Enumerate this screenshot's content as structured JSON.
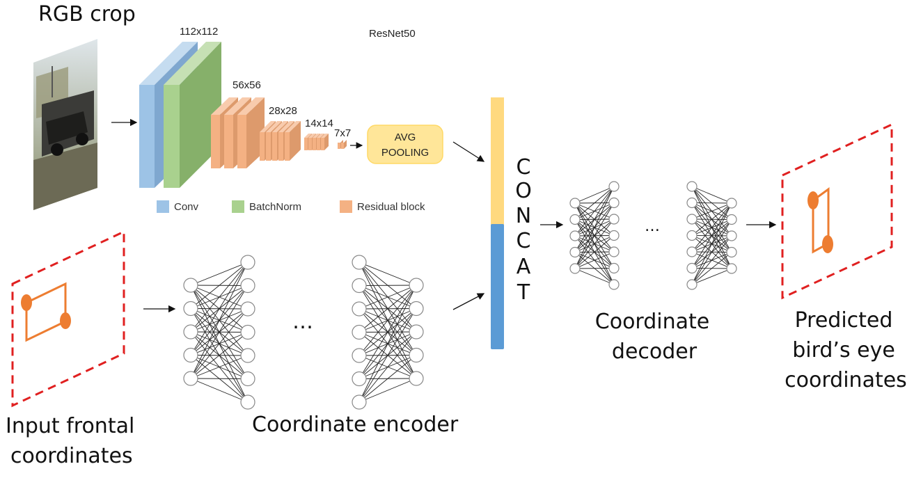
{
  "labels": {
    "rgb_crop": "RGB crop",
    "resnet": "ResNet50",
    "size_112": "112x112",
    "size_56": "56x56",
    "size_28": "28x28",
    "size_14": "14x14",
    "size_7": "7x7",
    "avg_pooling_line1": "AVG",
    "avg_pooling_line2": "POOLING",
    "concat_letters": [
      "C",
      "O",
      "N",
      "C",
      "A",
      "T"
    ],
    "input_line1": "Input frontal",
    "input_line2": "coordinates",
    "encoder": "Coordinate encoder",
    "decoder_line1": "Coordinate",
    "decoder_line2": "decoder",
    "pred_line1": "Predicted",
    "pred_line2": "bird’s eye",
    "pred_line3": "coordinates",
    "ellipsis": "…"
  },
  "legend": [
    {
      "label": "Conv",
      "color": "#9dc3e6"
    },
    {
      "label": "BatchNorm",
      "color": "#a9d18e"
    },
    {
      "label": "Residual block",
      "color": "#f4b183"
    }
  ],
  "colors": {
    "conv": "#9dc3e6",
    "batchnorm": "#a9d18e",
    "residual": "#f4b183",
    "pool_fill": "#ffe699",
    "concat_top": "#ffd97f",
    "concat_bottom": "#5b9bd5",
    "dashed_red": "#e02020",
    "box_orange": "#ed7d31"
  }
}
